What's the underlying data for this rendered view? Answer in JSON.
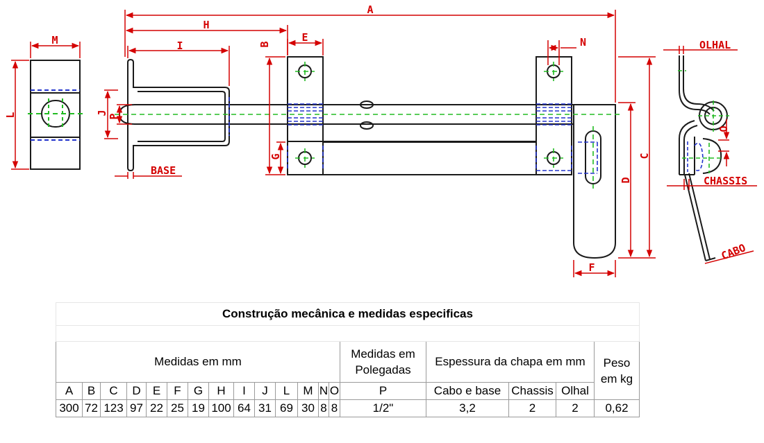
{
  "drawing": {
    "dims": {
      "A": "A",
      "H": "H",
      "I": "I",
      "B": "B",
      "E": "E",
      "N": "N",
      "M": "M",
      "L": "L",
      "J": "J",
      "P": "P",
      "G": "G",
      "C": "C",
      "D": "D",
      "F": "F",
      "O": "O"
    },
    "labels": {
      "base": "BASE",
      "olhal": "OLHAL",
      "chassis": "CHASSIS",
      "cabo": "CABO"
    }
  },
  "table": {
    "title": "Construção mecânica e medidas  especificas",
    "medidas_mm": "Medidas em mm",
    "medidas_pol": "Medidas em Polegadas",
    "espessura": "Espessura da chapa em mm",
    "peso": "Peso em kg",
    "columns": [
      "A",
      "B",
      "C",
      "D",
      "E",
      "F",
      "G",
      "H",
      "I",
      "J",
      "L",
      "M",
      "N",
      "O"
    ],
    "values": [
      "300",
      "72",
      "123",
      "97",
      "22",
      "25",
      "19",
      "100",
      "64",
      "31",
      "69",
      "30",
      "8",
      "8"
    ],
    "pol_col": "P",
    "pol_value": "1/2\"",
    "esp_cols": [
      "Cabo e base",
      "Chassis",
      "Olhal"
    ],
    "esp_values": [
      "3,2",
      "2",
      "2"
    ],
    "peso_value": "0,62"
  }
}
